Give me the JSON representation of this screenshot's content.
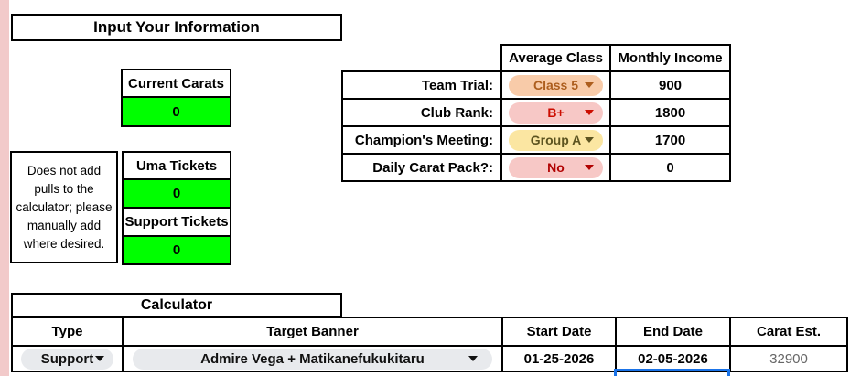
{
  "input_section": {
    "title": "Input Your Information",
    "current_carats": {
      "label": "Current Carats",
      "value": "0"
    },
    "note": "Does not add pulls to the calculator; please manually add where desired.",
    "uma_tickets": {
      "label": "Uma Tickets",
      "value": "0"
    },
    "support_tickets": {
      "label": "Support Tickets",
      "value": "0"
    },
    "income_table": {
      "col_headers": [
        "Average Class",
        "Monthly Income"
      ],
      "rows": [
        {
          "label": "Team Trial:",
          "value": "Class 5",
          "income": "900",
          "pill_bg": "#f8cba9",
          "pill_fg": "#ad5e1e"
        },
        {
          "label": "Club Rank:",
          "value": "B+",
          "income": "1800",
          "pill_bg": "#f7c8c6",
          "pill_fg": "#cc0d00"
        },
        {
          "label": "Champion's Meeting:",
          "value": "Group A",
          "income": "1700",
          "pill_bg": "#fbe6a2",
          "pill_fg": "#5d5420"
        },
        {
          "label": "Daily Carat Pack?:",
          "value": "No",
          "income": "0",
          "pill_bg": "#f7c8c6",
          "pill_fg": "#b10202"
        }
      ]
    }
  },
  "calculator": {
    "title": "Calculator",
    "col_headers": [
      "Type",
      "Target Banner",
      "Start Date",
      "End Date",
      "Carat Est."
    ],
    "rows": [
      {
        "type": "Support",
        "banner": "Admire Vega + Matikanefukukitaru",
        "start": "01-25-2026",
        "end": "02-05-2026",
        "carat_est": "32900"
      }
    ]
  },
  "colors": {
    "input_green": "#00ff00",
    "left_strip_pink": "#f2caca",
    "dropdown_gray": "#e8eaed",
    "selection_blue": "#1a73e8",
    "carat_est_text": "#666666"
  }
}
